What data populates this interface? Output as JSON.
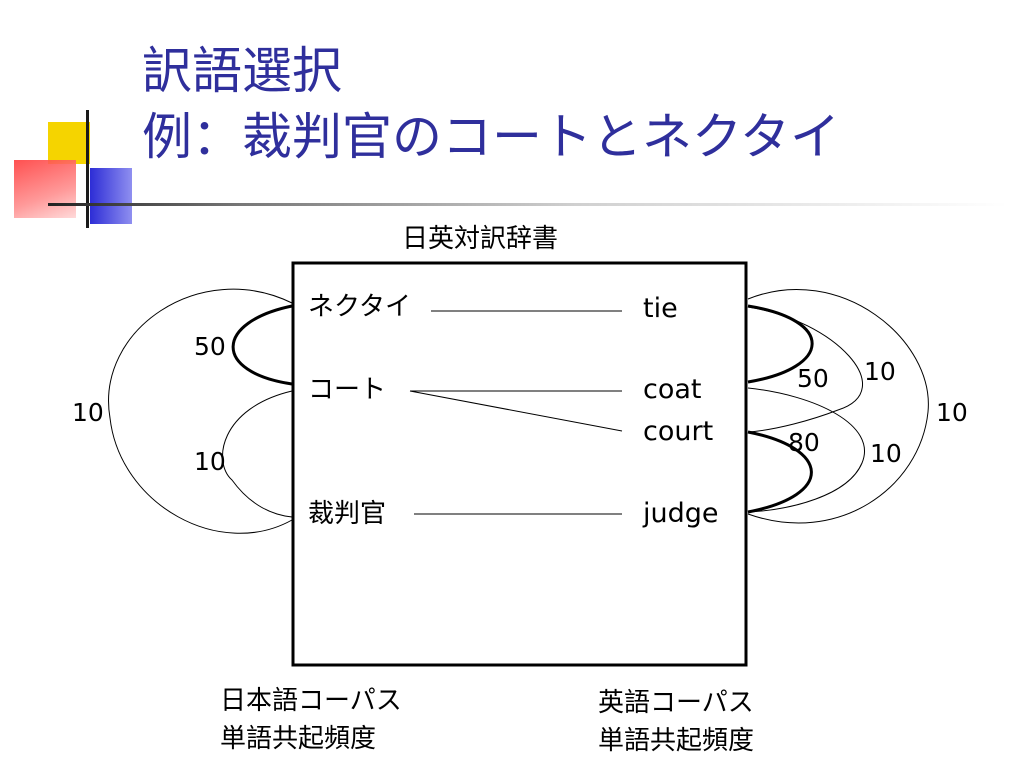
{
  "slide": {
    "title_line1": "訳語選択",
    "title_line2": "例：裁判官のコートとネクタイ"
  },
  "dictionary": {
    "label": "日英対訳辞書",
    "japanese_words": [
      "ネクタイ",
      "コート",
      "裁判官"
    ],
    "english_words": [
      "tie",
      "coat",
      "court",
      "judge"
    ]
  },
  "corpus": {
    "japanese_line1": "日本語コーパス",
    "japanese_line2": "単語共起頻度",
    "english_line1": "英語コーパス",
    "english_line2": "単語共起頻度"
  },
  "links": {
    "translations": [
      {
        "from": "ネクタイ",
        "to": "tie"
      },
      {
        "from": "コート",
        "to": "coat"
      },
      {
        "from": "コート",
        "to": "court"
      },
      {
        "from": "裁判官",
        "to": "judge"
      }
    ],
    "japanese_cooccurrence": [
      {
        "a": "ネクタイ",
        "b": "コート",
        "count": "50",
        "bold": true
      },
      {
        "a": "ネクタイ",
        "b": "裁判官",
        "count": "10",
        "bold": false
      },
      {
        "a": "コート",
        "b": "裁判官",
        "count": "10",
        "bold": false
      }
    ],
    "english_cooccurrence": [
      {
        "a": "tie",
        "b": "coat",
        "count": "50",
        "bold": true
      },
      {
        "a": "tie",
        "b": "court",
        "count": "10",
        "bold": false
      },
      {
        "a": "coat",
        "b": "judge",
        "count": "10",
        "bold": false
      },
      {
        "a": "court",
        "b": "judge",
        "count": "80",
        "bold": true
      },
      {
        "a": "tie",
        "b": "judge",
        "count": "10",
        "bold": false
      }
    ]
  },
  "colors": {
    "title": "#2f2f9c",
    "deco_yellow": "#f5d400",
    "deco_blue": "#3a3ad8",
    "deco_red": "#ff4d4d"
  }
}
